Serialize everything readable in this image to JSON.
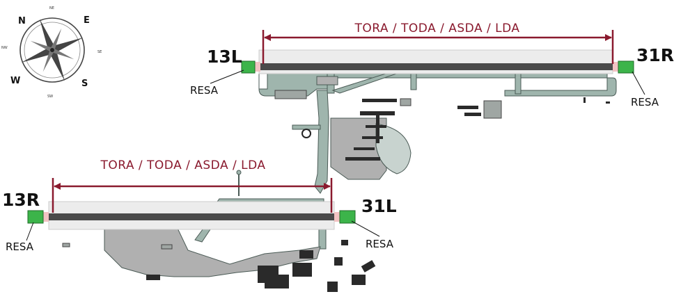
{
  "runways": {
    "north": {
      "end_left": "13L",
      "end_right": "31R"
    },
    "south": {
      "end_left": "13R",
      "end_right": "31L"
    }
  },
  "resa": {
    "label": "RESA"
  },
  "declared_distances": {
    "north": "TORA / TODA / ASDA / LDA",
    "south": "TORA / TODA / ASDA / LDA"
  },
  "compass": {
    "north": "N",
    "east": "E",
    "south": "S",
    "west": "W",
    "northeast": "NE",
    "southeast": "SE",
    "southwest": "SW",
    "northwest": "NW"
  },
  "colors": {
    "distance_line": "#8a1a2e",
    "runway": "#4a4a4a",
    "taxiway": "#9fb5ad",
    "apron": "#b0b0b0",
    "resa": "#3cb44a",
    "buildings": "#2a2a2a"
  }
}
